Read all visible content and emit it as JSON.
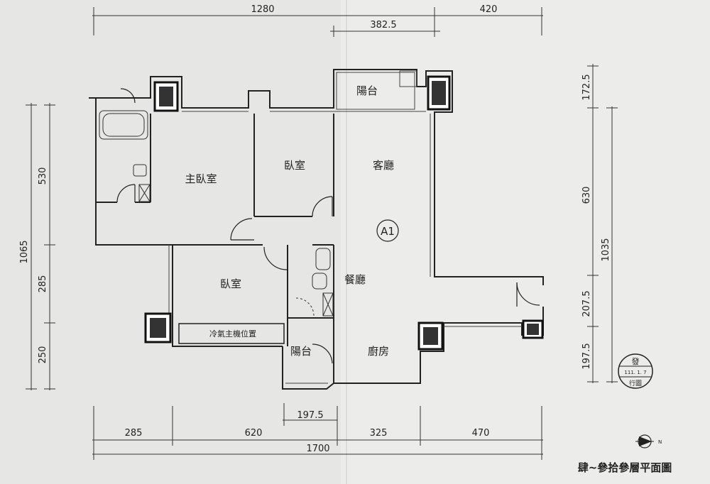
{
  "dimensions": {
    "top_1280": "1280",
    "top_420": "420",
    "top_382_5": "382.5",
    "left_1065": "1065",
    "left_530": "530",
    "left_285": "285",
    "left_250": "250",
    "right_172_5": "172.5",
    "right_630": "630",
    "right_1035": "1035",
    "right_207_5": "207.5",
    "right_197_5": "197.5",
    "bottom_197_5": "197.5",
    "bottom_285": "285",
    "bottom_620": "620",
    "bottom_325": "325",
    "bottom_470": "470",
    "bottom_1700": "1700"
  },
  "rooms": {
    "balcony_top": "陽台",
    "master_bedroom": "主臥室",
    "bedroom_top": "臥室",
    "living_room": "客廳",
    "unit_label": "A1",
    "bedroom_bottom": "臥室",
    "dining_room": "餐廳",
    "ac_unit": "冷氣主機位置",
    "balcony_bottom": "陽台",
    "kitchen": "廚房"
  },
  "stamp": {
    "top": "發",
    "date": "111. 1. 7",
    "bottom": "行圖"
  },
  "compass": {
    "label": "N"
  },
  "caption": "肆~參拾參層平面圖"
}
